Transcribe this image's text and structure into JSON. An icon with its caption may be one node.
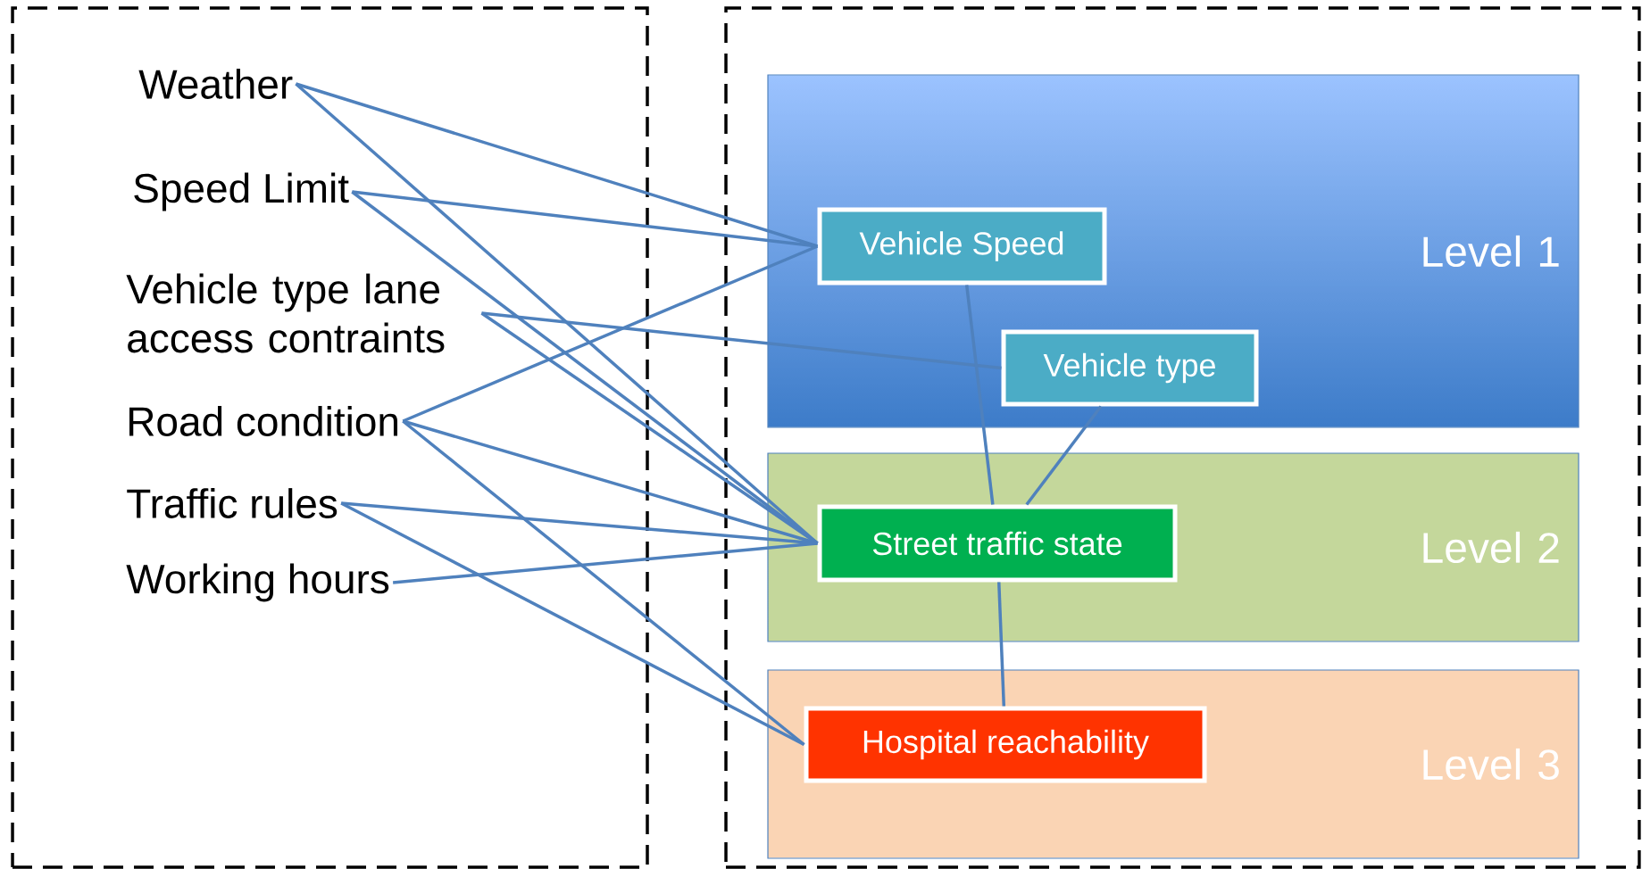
{
  "diagram": {
    "nodes": [
      {
        "text": [],
        "shape": "box"
      },
      {
        "text": [
          "Weather"
        ],
        "in": 0
      },
      {
        "text": [
          "Speed Limit"
        ],
        "in": 0
      },
      {
        "text": [
          "Vehicle type lane access contraints"
        ],
        "in": 0
      },
      {
        "text": [
          "Road condition"
        ],
        "in": 0
      },
      {
        "text": [
          "Traffic rules"
        ],
        "in": 0
      },
      {
        "text": [
          "Working hours"
        ],
        "in": 0
      },
      {
        "text": [],
        "shape": "box"
      },
      {
        "text": [
          "Level 1"
        ],
        "in": 7
      },
      {
        "text": [
          "Vehicle Speed"
        ],
        "in": 8
      },
      {
        "text": [
          "Vehicle type"
        ],
        "in": 8
      },
      {
        "text": [
          "Level 2"
        ],
        "in": 7
      },
      {
        "text": [
          "Street traffic state"
        ],
        "in": 11
      },
      {
        "text": [
          "Level 3"
        ],
        "in": 7
      },
      {
        "text": [
          "Hospital reachability"
        ],
        "in": 13
      }
    ],
    "edges": [
      {
        "from": 1,
        "to": 9,
        "arrow": "none"
      },
      {
        "from": 1,
        "to": 12,
        "arrow": "none"
      },
      {
        "from": 2,
        "to": 9,
        "arrow": "none"
      },
      {
        "from": 2,
        "to": 12,
        "arrow": "none"
      },
      {
        "from": 3,
        "to": 10,
        "arrow": "none"
      },
      {
        "from": 3,
        "to": 12,
        "arrow": "none"
      },
      {
        "from": 4,
        "to": 9,
        "arrow": "none"
      },
      {
        "from": 4,
        "to": 12,
        "arrow": "none"
      },
      {
        "from": 4,
        "to": 14,
        "arrow": "none"
      },
      {
        "from": 5,
        "to": 12,
        "arrow": "none"
      },
      {
        "from": 5,
        "to": 14,
        "arrow": "none"
      },
      {
        "from": 6,
        "to": 12,
        "arrow": "none"
      },
      {
        "from": 9,
        "to": 12,
        "arrow": "none"
      },
      {
        "from": 10,
        "to": 12,
        "arrow": "none"
      },
      {
        "from": 12,
        "to": 14,
        "arrow": "none"
      }
    ]
  }
}
